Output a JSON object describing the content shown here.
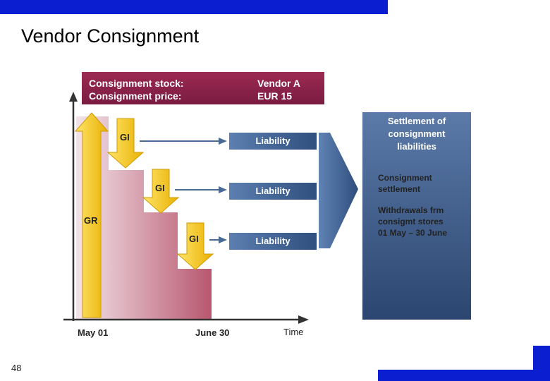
{
  "title": "Vendor Consignment",
  "page_number": "48",
  "header": {
    "stock_label": "Consignment stock:",
    "price_label": "Consignment price:",
    "stock_value": "Vendor A",
    "price_value": "EUR 15"
  },
  "flow": {
    "gr_label": "GR",
    "gi_labels": [
      "GI",
      "GI",
      "GI"
    ],
    "liability_labels": [
      "Liability",
      "Liability",
      "Liability"
    ],
    "x_start": "May 01",
    "x_end": "June 30",
    "x_axis": "Time"
  },
  "settlement": {
    "title_lines": [
      "Settlement of",
      "consignment",
      "liabilities"
    ],
    "doc_title_lines": [
      "Consignment",
      "settlement"
    ],
    "doc_body_lines": [
      "Withdrawals frm",
      "consigmt stores",
      "01 May – 30 June"
    ]
  },
  "colors": {
    "brand_blue": "#0b1fd1",
    "header_maroon": "#8a2248",
    "liability_blue": "#3d5f90",
    "arrow_yellow": "#f4c81e",
    "stock_pink": "#c98a9a"
  }
}
